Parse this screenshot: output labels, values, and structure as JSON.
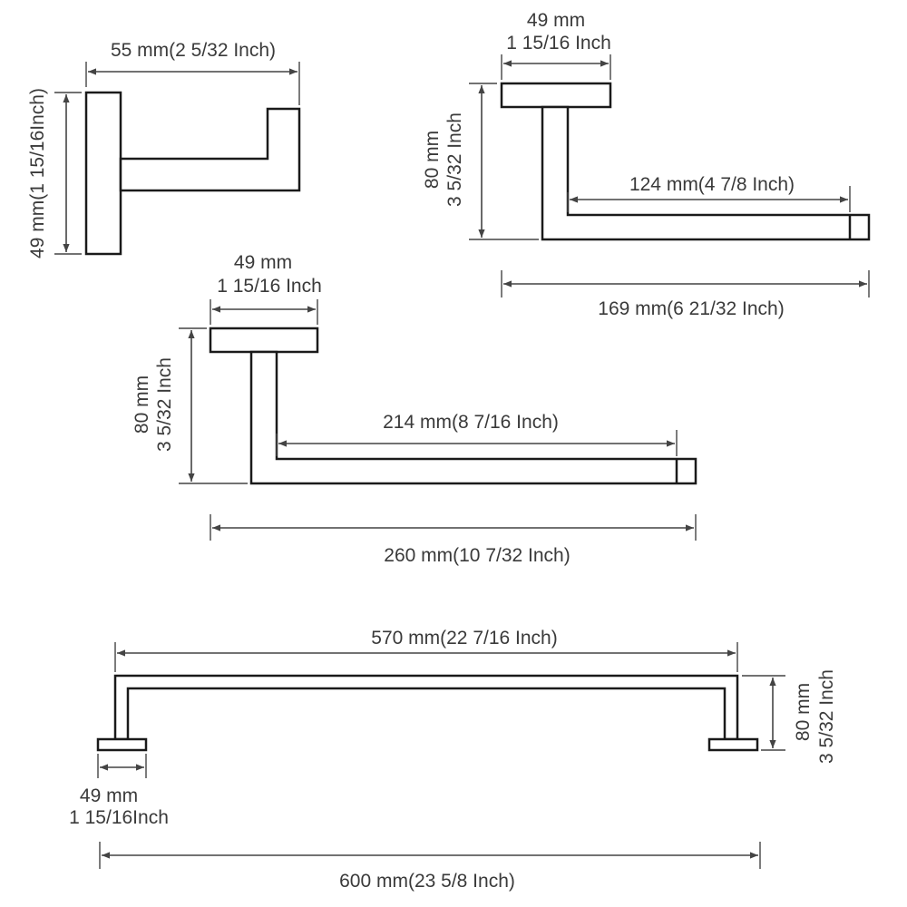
{
  "colors": {
    "outline": "#1a1a1a",
    "dimension": "#444444",
    "text": "#3a3a3a",
    "background": "#ffffff"
  },
  "paper_holder": {
    "width_label": "55 mm(2 5/32 Inch)",
    "height_label": "49 mm(1 15/16Inch)"
  },
  "towel_ring_small": {
    "plate_mm": "49 mm",
    "plate_inch": "1 15/16 Inch",
    "height_mm": "80 mm",
    "height_inch": "3 5/32 Inch",
    "arm_label": "124 mm(4 7/8 Inch)",
    "total_label": "169 mm(6 21/32 Inch)"
  },
  "towel_ring_large": {
    "plate_mm": "49 mm",
    "plate_inch": "1 15/16 Inch",
    "height_mm": "80 mm",
    "height_inch": "3 5/32 Inch",
    "arm_label": "214 mm(8 7/16 Inch)",
    "total_label": "260 mm(10 7/32 Inch)"
  },
  "towel_bar": {
    "inner_label": "570 mm(22 7/16 Inch)",
    "height_mm": "80 mm",
    "height_inch": "3 5/32 Inch",
    "plate_mm": "49 mm",
    "plate_inch": "1 15/16Inch",
    "total_label": "600 mm(23 5/8 Inch)"
  }
}
